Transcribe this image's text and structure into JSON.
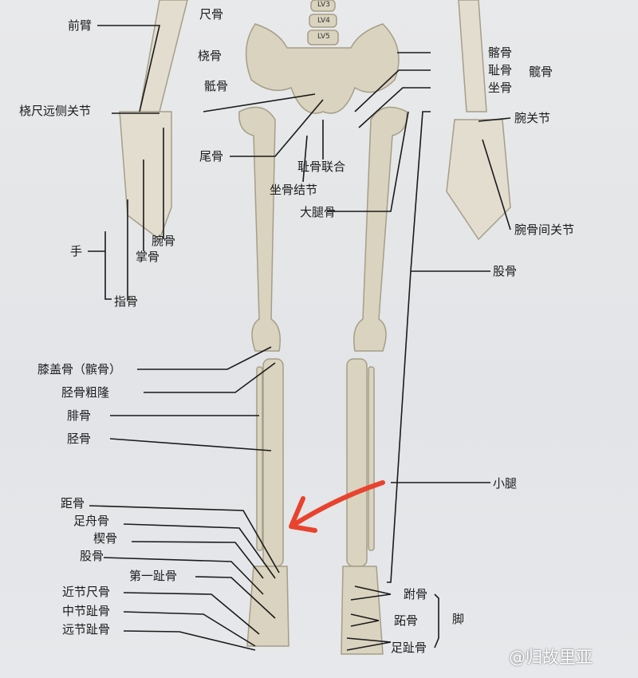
{
  "vertebrae": [
    "LV3",
    "LV4",
    "LV5"
  ],
  "labels_left": {
    "forearm": "前臂",
    "ulna": "尺骨",
    "radius": "桡骨",
    "sacrum": "骶骨",
    "distal_radioulnar_joint": "桡尺远侧关节",
    "coccyx": "尾骨",
    "pubic_symphysis": "耻骨联合",
    "ischial_tuberosity": "坐骨结节",
    "thigh_bone": "大腿骨",
    "hand": "手",
    "carpals": "腕骨",
    "metacarpals": "掌骨",
    "phalanges": "指骨",
    "patella": "膝盖骨（髌骨）",
    "tibial_tuberosity": "胫骨粗隆",
    "fibula": "腓骨",
    "tibia": "胫骨",
    "talus": "距骨",
    "navicular": "足舟骨",
    "cuneiform": "楔骨",
    "femur_foot": "股骨",
    "first_toe": "第一趾骨",
    "proximal": "近节尺骨",
    "middle": "中节趾骨",
    "distal": "远节趾骨"
  },
  "labels_right": {
    "ilium": "髂骨",
    "pubis": "耻骨",
    "ischium": "坐骨",
    "hip_bone": "髋骨",
    "wrist_joint": "腕关节",
    "intercarpal_joint": "腕骨间关节",
    "femur": "股骨",
    "lower_leg": "小腿",
    "tarsals": "跗骨",
    "metatarsals": "跖骨",
    "foot": "脚",
    "toes": "足趾骨"
  },
  "annotation_color": "#e8432e",
  "watermark": "@归故里亚"
}
